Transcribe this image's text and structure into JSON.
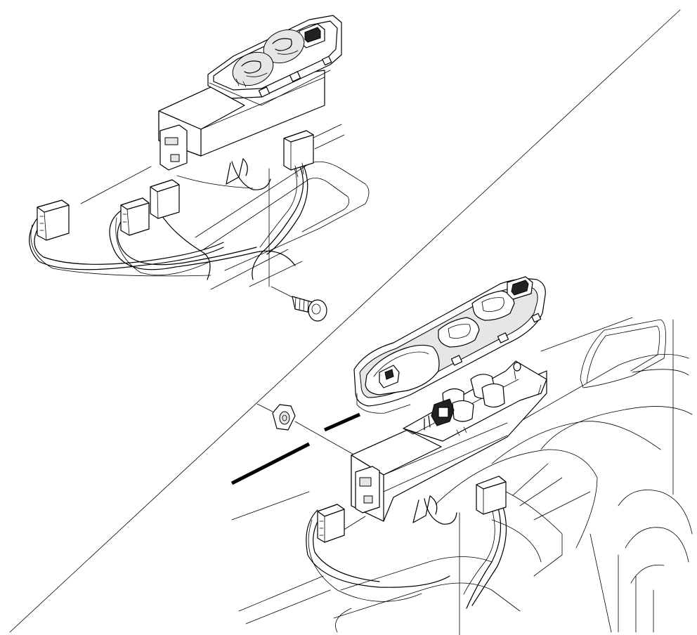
{
  "figure": {
    "kind": "exploded-view line drawing",
    "colors": {
      "line": "#000000",
      "background": "#ffffff",
      "shade": "#e6e6e6"
    },
    "parts": [
      "window-switch-assembly-removed",
      "retaining-screw",
      "window-switch-assembly-installed",
      "retaining-nut",
      "wiring-connectors",
      "door-trim-panel"
    ]
  }
}
